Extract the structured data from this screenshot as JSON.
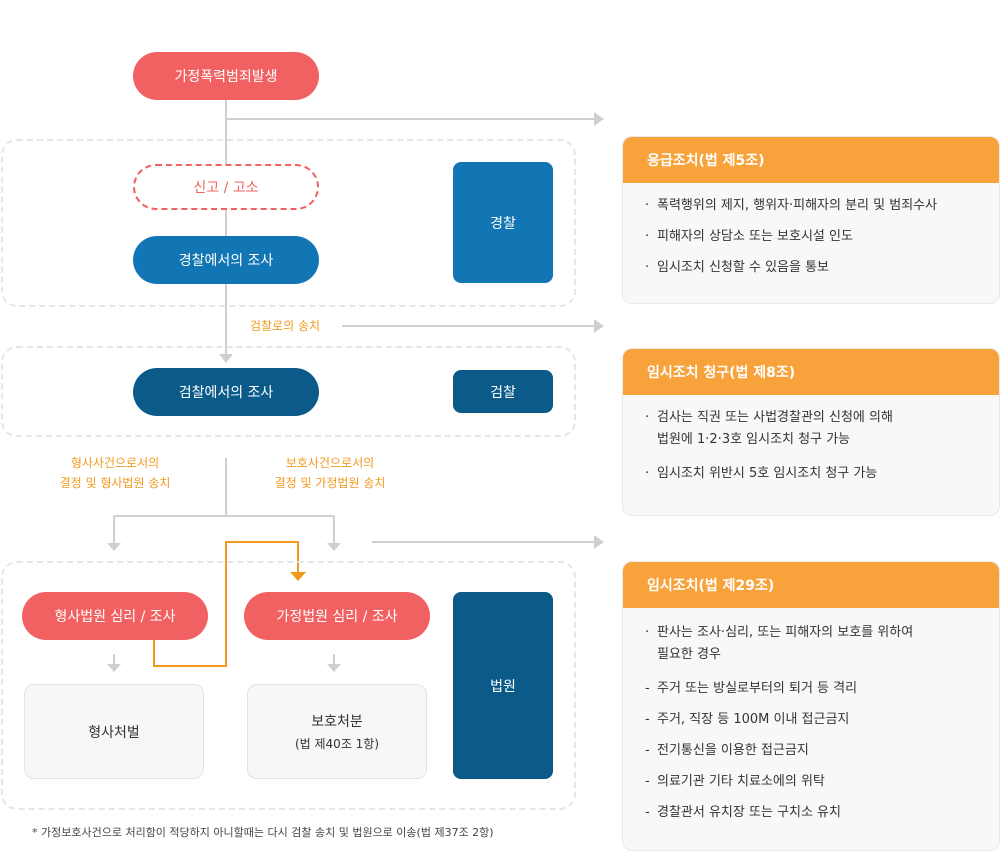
{
  "flow": {
    "start": "가정폭력범죄발생",
    "report": "신고 / 고소",
    "police_investigation": "경찰에서의 조사",
    "police_label": "경찰",
    "transfer_label": "검찰로의 송치",
    "prosecution_investigation": "검찰에서의 조사",
    "prosecution_label": "검찰",
    "criminal_route": "형사사건으로서의\n결정 및 형사법원 송치",
    "protection_route": "보호사건으로서의\n결정 및 가정법원 송치",
    "criminal_court": "형사법원 심리 / 조사",
    "family_court": "가정법원 심리 / 조사",
    "court_label": "법원",
    "criminal_punishment": "형사처벌",
    "protective_disposition": "보호처분",
    "protective_disposition_ref": "(법 제40조 1항)",
    "footnote": "* 가정보호사건으로 처리함이 적당하지 아니할때는 다시 검찰 송치 및 법원으로 이송(법 제37조 2항)"
  },
  "cards": [
    {
      "title": "응급조치(법 제5조)",
      "items": [
        {
          "bullet": "·",
          "text": "폭력행위의 제지, 행위자·피해자의 분리 및 범죄수사"
        },
        {
          "bullet": "·",
          "text": "피해자의 상담소 또는 보호시설 인도"
        },
        {
          "bullet": "·",
          "text": "임시조치 신청할 수 있음을 통보"
        }
      ]
    },
    {
      "title": "임시조치 청구(법 제8조)",
      "items": [
        {
          "bullet": "·",
          "text": "검사는 직권 또는 사법경찰관의 신청에 의해\n법원에 1·2·3호 임시조치 청구 가능"
        },
        {
          "bullet": "·",
          "text": "임시조치 위반시 5호 임시조치 청구 가능"
        }
      ]
    },
    {
      "title": "임시조치(법 제29조)",
      "items": [
        {
          "bullet": "·",
          "text": "판사는 조사·심리, 또는 피해자의 보호를 위하여\n필요한 경우"
        },
        {
          "bullet": "-",
          "text": "주거 또는 방실로부터의 퇴거 등 격리"
        },
        {
          "bullet": "-",
          "text": "주거, 직장 등 100M 이내 접근금지"
        },
        {
          "bullet": "-",
          "text": "전기통신을 이용한 접근금지"
        },
        {
          "bullet": "-",
          "text": "의료기관 기타 치료소에의 위탁"
        },
        {
          "bullet": "-",
          "text": "경찰관서 유치장 또는 구치소 유치"
        }
      ]
    }
  ],
  "colors": {
    "coral": "#f26161",
    "blue": "#1276b5",
    "navy": "#0b5a8a",
    "orange": "#f7a23a",
    "orange_text": "#f29a1e",
    "connector": "#cfcfcf"
  }
}
